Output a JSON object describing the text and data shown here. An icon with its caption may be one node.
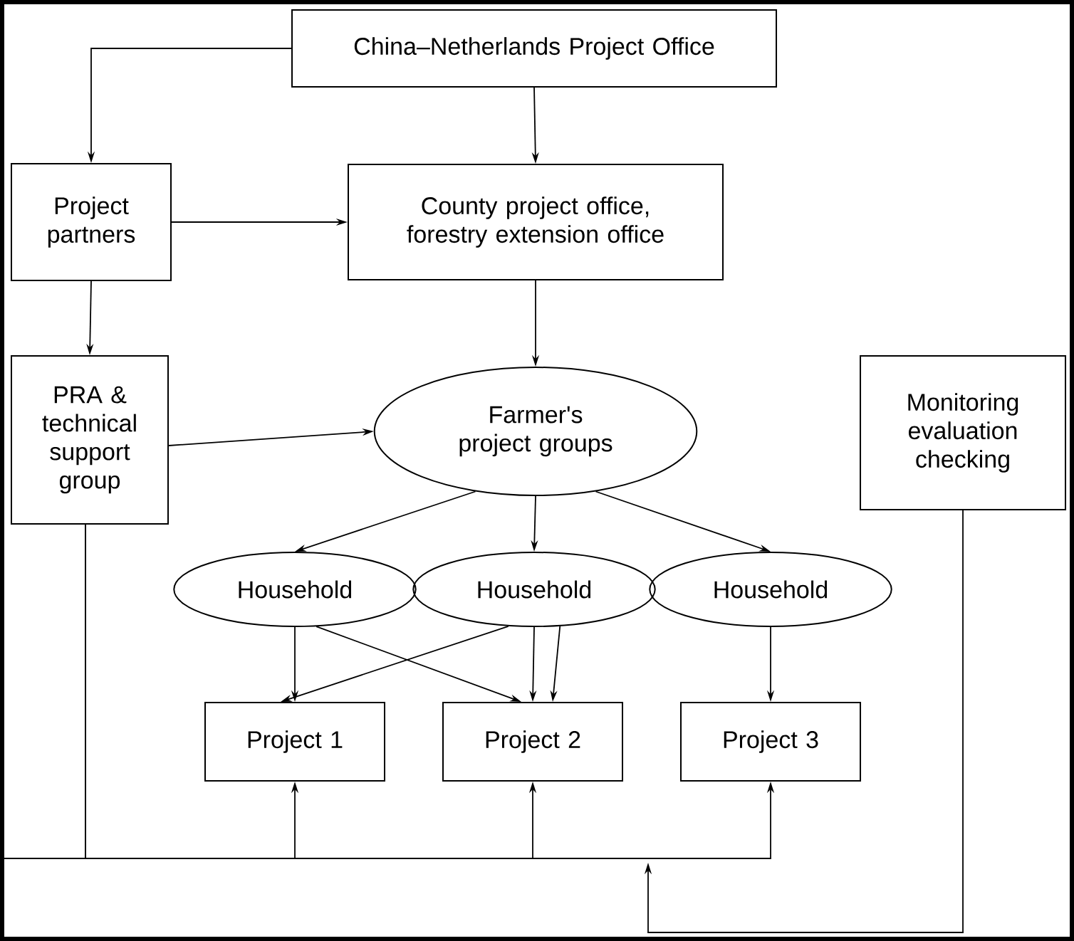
{
  "diagram": {
    "nodes": [
      {
        "text": [
          "China–Netherlands Project Office"
        ]
      },
      {
        "text": [
          "Project partners"
        ]
      },
      {
        "text": [
          "County project office, forestry extension office"
        ]
      },
      {
        "text": [
          "PRA & technical support group"
        ]
      },
      {
        "text": [
          "Farmer's project groups"
        ]
      },
      {
        "text": [
          "Monitoring evaluation checking"
        ]
      },
      {
        "text": [
          "Household"
        ]
      },
      {
        "text": [
          "Household"
        ]
      },
      {
        "text": [
          "Household"
        ]
      },
      {
        "text": [
          "Project 1"
        ]
      },
      {
        "text": [
          "Project 2"
        ]
      },
      {
        "text": [
          "Project 3"
        ]
      }
    ],
    "edges": [
      {
        "from": 0,
        "to": 1,
        "arrow": "to"
      },
      {
        "from": 0,
        "to": 2,
        "arrow": "to"
      },
      {
        "from": 1,
        "to": 2,
        "arrow": "to"
      },
      {
        "from": 1,
        "to": 3,
        "arrow": "to"
      },
      {
        "from": 2,
        "to": 4,
        "arrow": "to"
      },
      {
        "from": 3,
        "to": 4,
        "arrow": "to"
      },
      {
        "from": 4,
        "to": 6,
        "arrow": "to"
      },
      {
        "from": 4,
        "to": 7,
        "arrow": "to"
      },
      {
        "from": 4,
        "to": 8,
        "arrow": "to"
      },
      {
        "from": 6,
        "to": 9,
        "arrow": "to"
      },
      {
        "from": 6,
        "to": 10,
        "arrow": "to"
      },
      {
        "from": 7,
        "to": 9,
        "arrow": "to"
      },
      {
        "from": 7,
        "to": 10,
        "arrow": "to"
      },
      {
        "from": 7,
        "to": 10,
        "arrow": "to"
      },
      {
        "from": 8,
        "to": 11,
        "arrow": "to"
      },
      {
        "from": 3,
        "to": 9,
        "arrow": "to"
      },
      {
        "from": 3,
        "to": 10,
        "arrow": "to"
      },
      {
        "from": 3,
        "to": 11,
        "arrow": "to"
      },
      {
        "from": 5,
        "to": null,
        "arrow": "to"
      }
    ]
  }
}
